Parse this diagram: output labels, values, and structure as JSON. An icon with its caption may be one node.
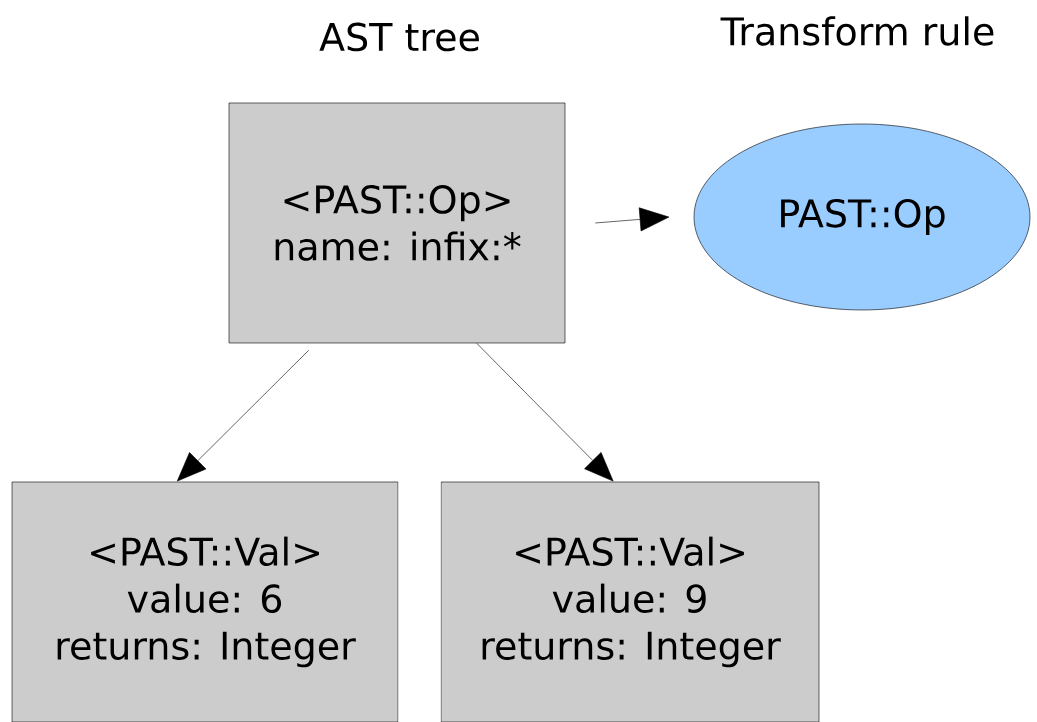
{
  "diagram": {
    "nodes": [
      {
        "text": [
          "<PAST::Op>",
          "name: infix:*"
        ]
      },
      {
        "text": [
          "PAST::Op"
        ]
      },
      {
        "text": [
          "<PAST::Val>",
          "value: 6",
          "returns: Integer"
        ]
      },
      {
        "text": [
          "<PAST::Val>",
          "value: 9",
          "returns: Integer"
        ]
      }
    ],
    "edges": [
      {
        "from": 0,
        "to": 1,
        "arrow": "to"
      },
      {
        "from": 0,
        "to": 2,
        "arrow": "to"
      },
      {
        "from": 0,
        "to": 3,
        "arrow": "to"
      }
    ],
    "labels": [
      "AST tree",
      "Transform rule"
    ]
  }
}
